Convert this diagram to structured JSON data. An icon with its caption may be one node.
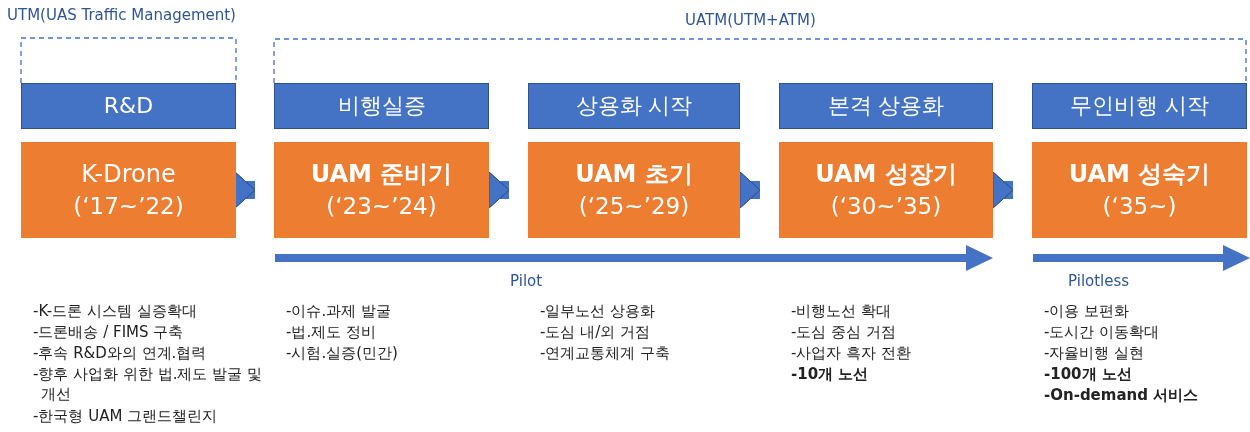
{
  "diagram": {
    "nodes": [
      {
        "text": [
          "R&D"
        ]
      },
      {
        "text": [
          "비행실증"
        ]
      },
      {
        "text": [
          "상용화 시작"
        ]
      },
      {
        "text": [
          "본격 상용화"
        ]
      },
      {
        "text": [
          "무인비행 시작"
        ]
      },
      {
        "text": [
          "K-Drone",
          "(‘17~’22)"
        ]
      },
      {
        "text": [
          "UAM 준비기",
          "(‘23~’24)"
        ]
      },
      {
        "text": [
          "UAM 초기",
          "(‘25~’29)"
        ]
      },
      {
        "text": [
          "UAM 성장기",
          "(‘30~’35)"
        ]
      },
      {
        "text": [
          "UAM 성숙기",
          "(‘35~)"
        ]
      }
    ],
    "edges": [
      {
        "from": 5,
        "to": 6,
        "arrow": "to"
      },
      {
        "from": 6,
        "to": 7,
        "arrow": "to"
      },
      {
        "from": 7,
        "to": 8,
        "arrow": "to"
      },
      {
        "from": 8,
        "to": 9,
        "arrow": "to"
      }
    ],
    "labels": [
      "UTM(UAS Traffic Management)",
      "UATM(UTM+ATM)",
      "Pilot",
      "Pilotless",
      "-K-드론 시스템 실증확대",
      "-드론배송 / FIMS 구축",
      "-후속 R&D와의 연계.협력",
      "-향후 사업화 위한 법.제도 발굴 및 개선",
      "-한국형 UAM 그랜드챌린지",
      "-이슈.과제 발굴",
      "-법.제도 정비",
      "-시험.실증(민간)",
      "-일부노선 상용화",
      "-도심 내/외 거점",
      "-연계교통체계 구축",
      "-비행노선 확대",
      "-도심 중심 거점",
      "-사업자 흑자 전환",
      "**-10개 노선**",
      "-이용 보편화",
      "-도시간 이동확대",
      "-자율비행 실현",
      "**-100개 노선**",
      "**-On-demand 서비스**"
    ]
  }
}
